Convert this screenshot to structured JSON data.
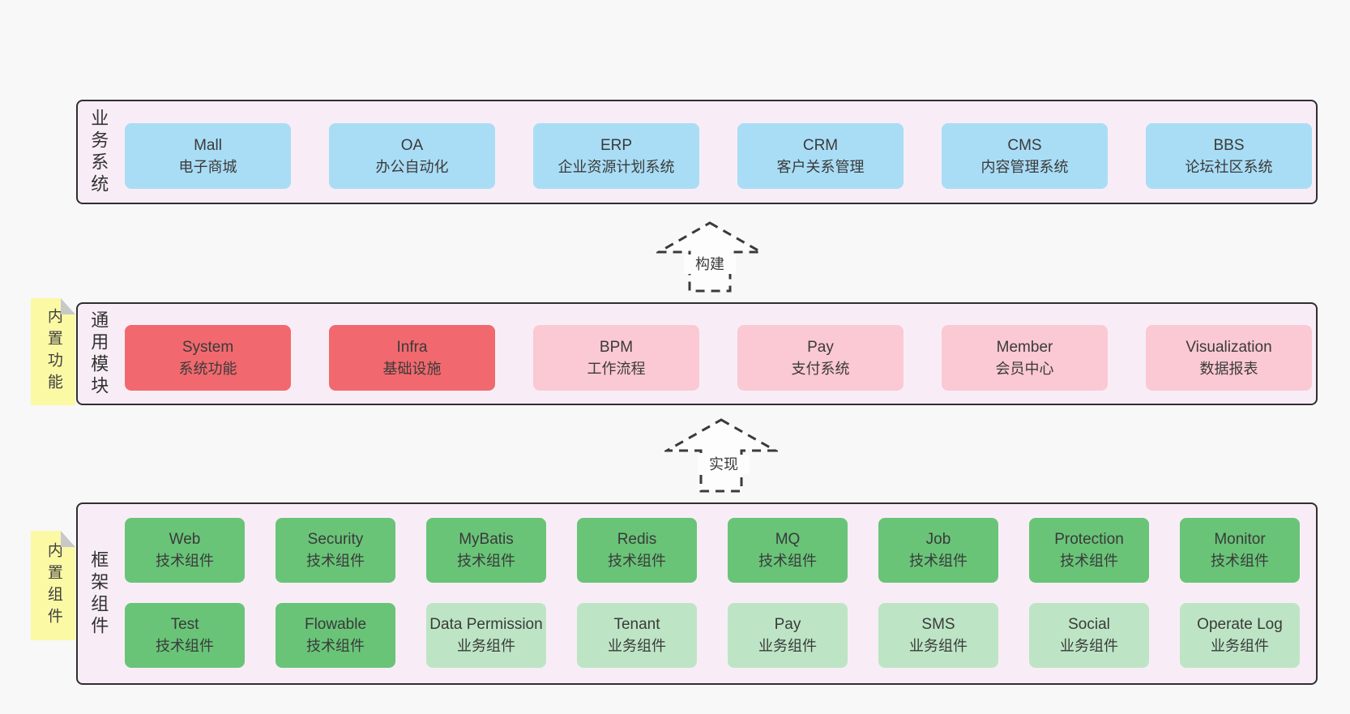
{
  "colors": {
    "page_background": "#f8f8f8",
    "layer_background": "#f8edf6",
    "layer_border": "#2f2f2f",
    "blue_box": "#a9ddf5",
    "red_box": "#f1696e",
    "pink_box": "#fbc9d3",
    "green_box": "#69c478",
    "lightgreen_box": "#bde5c5",
    "note_yellow": "#fbf9a4",
    "note_fold_gray": "#c8c8c9",
    "text": "#3a3a3a"
  },
  "layers": [
    {
      "id": "business-systems",
      "label": "业务系统",
      "boxes": [
        {
          "name": "Mall",
          "desc": "电子商城",
          "type": "blue"
        },
        {
          "name": "OA",
          "desc": "办公自动化",
          "type": "blue"
        },
        {
          "name": "ERP",
          "desc": "企业资源计划系统",
          "type": "blue"
        },
        {
          "name": "CRM",
          "desc": "客户关系管理",
          "type": "blue"
        },
        {
          "name": "CMS",
          "desc": "内容管理系统",
          "type": "blue"
        },
        {
          "name": "BBS",
          "desc": "论坛社区系统",
          "type": "blue"
        }
      ]
    },
    {
      "id": "common-modules",
      "label": "通用模块",
      "note": "内置功能",
      "boxes": [
        {
          "name": "System",
          "desc": "系统功能",
          "type": "red"
        },
        {
          "name": "Infra",
          "desc": "基础设施",
          "type": "red"
        },
        {
          "name": "BPM",
          "desc": "工作流程",
          "type": "pink"
        },
        {
          "name": "Pay",
          "desc": "支付系统",
          "type": "pink"
        },
        {
          "name": "Member",
          "desc": "会员中心",
          "type": "pink"
        },
        {
          "name": "Visualization",
          "desc": "数据报表",
          "type": "pink"
        }
      ]
    },
    {
      "id": "framework-components",
      "label": "框架组件",
      "note": "内置组件",
      "rows": [
        [
          {
            "name": "Web",
            "desc": "技术组件",
            "type": "green"
          },
          {
            "name": "Security",
            "desc": "技术组件",
            "type": "green"
          },
          {
            "name": "MyBatis",
            "desc": "技术组件",
            "type": "green"
          },
          {
            "name": "Redis",
            "desc": "技术组件",
            "type": "green"
          },
          {
            "name": "MQ",
            "desc": "技术组件",
            "type": "green"
          },
          {
            "name": "Job",
            "desc": "技术组件",
            "type": "green"
          },
          {
            "name": "Protection",
            "desc": "技术组件",
            "type": "green"
          },
          {
            "name": "Monitor",
            "desc": "技术组件",
            "type": "green"
          }
        ],
        [
          {
            "name": "Test",
            "desc": "技术组件",
            "type": "green"
          },
          {
            "name": "Flowable",
            "desc": "技术组件",
            "type": "green"
          },
          {
            "name": "Data Permission",
            "desc": "业务组件",
            "type": "lightgreen"
          },
          {
            "name": "Tenant",
            "desc": "业务组件",
            "type": "lightgreen"
          },
          {
            "name": "Pay",
            "desc": "业务组件",
            "type": "lightgreen"
          },
          {
            "name": "SMS",
            "desc": "业务组件",
            "type": "lightgreen"
          },
          {
            "name": "Social",
            "desc": "业务组件",
            "type": "lightgreen"
          },
          {
            "name": "Operate Log",
            "desc": "业务组件",
            "type": "lightgreen"
          }
        ]
      ]
    }
  ],
  "arrows": [
    {
      "label": "构建"
    },
    {
      "label": "实现"
    }
  ]
}
